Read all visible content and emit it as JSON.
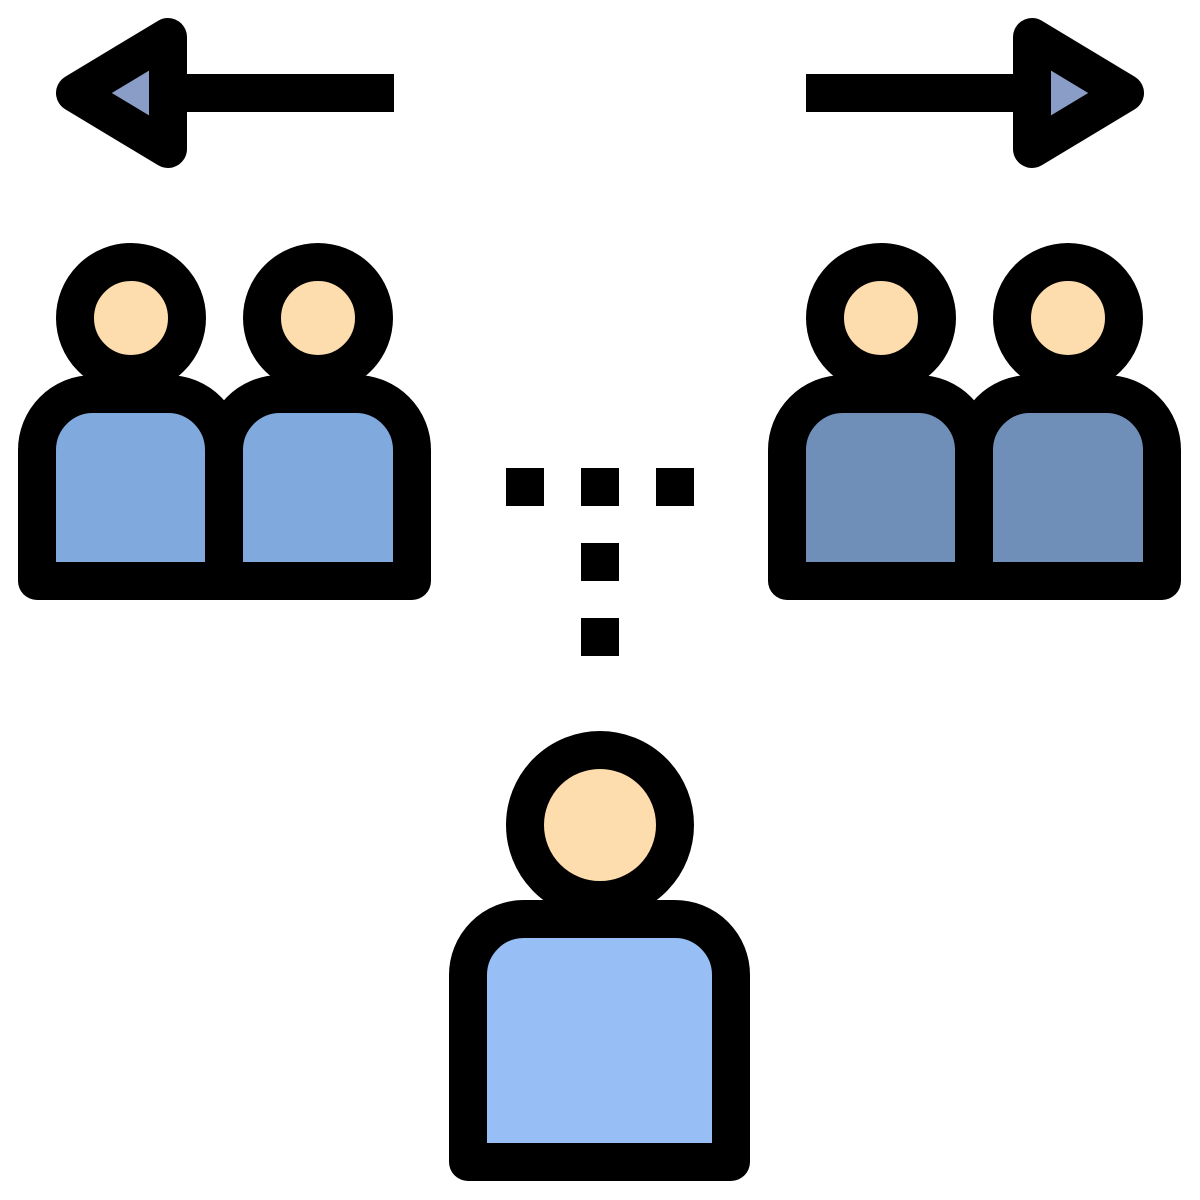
{
  "icon": "team-split-choice-icon",
  "colors": {
    "background": "#ffffff",
    "stroke": "#000000",
    "skin": "#FDDCAD",
    "arrow_fill": "#8A9DC6",
    "left_group_body": "#80A9DE",
    "right_group_body": "#6F8FB8",
    "center_person_body": "#97BFF5"
  },
  "groups": [
    {
      "name": "left-team",
      "people": 2
    },
    {
      "name": "right-team",
      "people": 2
    },
    {
      "name": "center-person",
      "people": 1
    }
  ],
  "arrows": [
    "left",
    "right"
  ]
}
